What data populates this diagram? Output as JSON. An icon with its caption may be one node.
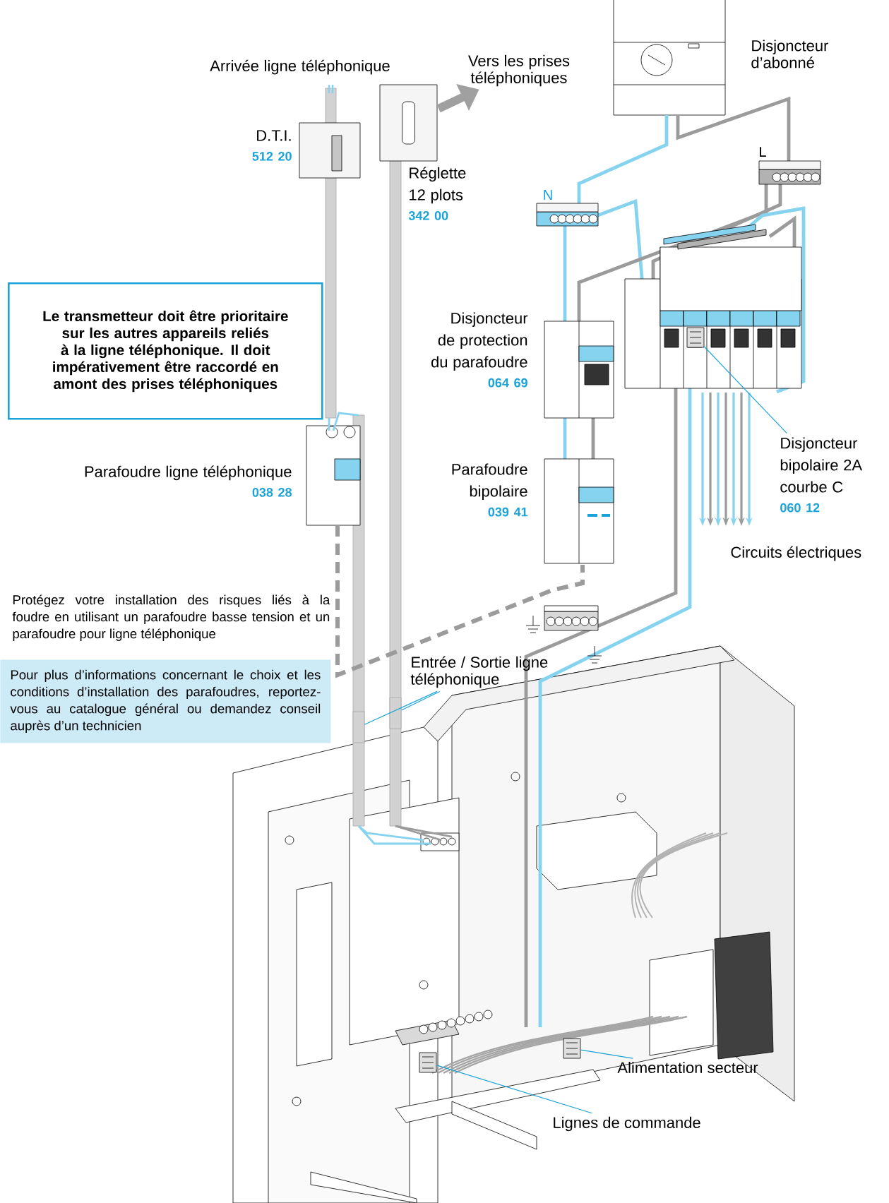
{
  "diagram": {
    "nodes": [
      {
        "text": [
          "Arrivée ligne téléphonique"
        ]
      },
      {
        "text": [
          "Vers les prises téléphoniques"
        ]
      },
      {
        "text": [
          "Disjoncteur d’abonné"
        ]
      },
      {
        "text": [
          "D.T.I.",
          "512 20"
        ]
      },
      {
        "text": [
          "Réglette 12 plots",
          "342 00"
        ]
      },
      {
        "text": [
          "Le transmetteur doit être prioritaire sur les autres appareils reliés à la ligne téléphonique. Il doit impérativement être raccordé en amont des prises téléphoniques"
        ]
      },
      {
        "text": [
          "Disjoncteur de protection du parafoudre",
          "064 69"
        ]
      },
      {
        "text": [
          "Parafoudre ligne téléphonique",
          "038 28"
        ]
      },
      {
        "text": [
          "Parafoudre bipolaire",
          "039 41"
        ]
      },
      {
        "text": [
          "Disjoncteur bipolaire 2A courbe C",
          "060 12"
        ]
      },
      {
        "text": [
          "Circuits électriques"
        ]
      },
      {
        "text": [
          "Protégez votre installation des risques liés à la foudre en utilisant un parafoudre basse tension et un parafoudre pour ligne téléphonique"
        ]
      },
      {
        "text": [
          "Pour plus d’informations concernant le choix et les conditions d’installation des parafoudres, reportez-vous au catalogue général ou demandez conseil auprès d’un technicien"
        ]
      },
      {
        "text": [
          "Entrée / Sortie ligne téléphonique"
        ]
      },
      {
        "text": [
          "Alimentation secteur"
        ]
      },
      {
        "text": [
          "Lignes de commande"
        ]
      },
      {
        "text": [],
        "shape": "cylinder"
      },
      {
        "text": [],
        "shape": "cylinder"
      },
      {
        "text": [],
        "shape": "picture"
      },
      {
        "text": [],
        "shape": "picture"
      },
      {
        "text": [],
        "shape": "picture"
      },
      {
        "text": [],
        "shape": "picture"
      }
    ],
    "edges": [
      {
        "from": 13,
        "to": 16,
        "arrow": "none"
      },
      {
        "from": 13,
        "to": 17,
        "arrow": "none"
      },
      {
        "from": 9,
        "to": 18,
        "arrow": "none"
      },
      {
        "from": 14,
        "to": 19,
        "arrow": "none"
      },
      {
        "from": 15,
        "to": 20,
        "arrow": "none"
      },
      {
        "from": 21,
        "to": 1,
        "arrow": "to",
        "style": "thick",
        "color": "#a0a0a0"
      }
    ],
    "labels": [
      "N",
      "L"
    ]
  }
}
